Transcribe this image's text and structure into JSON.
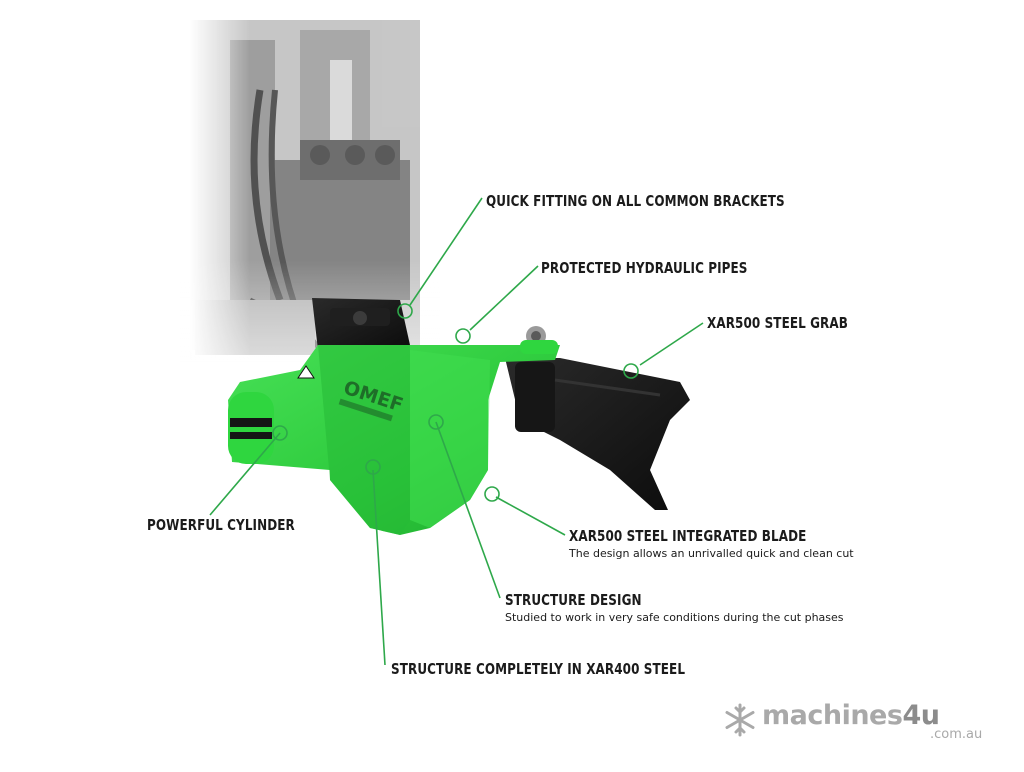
{
  "callouts": {
    "quick_fitting": "QUICK FITTING ON ALL COMMON BRACKETS",
    "hydraulic_pipes": "PROTECTED HYDRAULIC PIPES",
    "steel_grab": "XAR500 STEEL GRAB",
    "cylinder": "POWERFUL CYLINDER",
    "blade_title": "XAR500 STEEL INTEGRATED BLADE",
    "blade_desc": "The design allows an unrivalled  quick and clean cut",
    "structure_title": "STRUCTURE DESIGN",
    "structure_desc": "Studied to work in very safe conditions during the cut phases",
    "steel_structure": "STRUCTURE COMPLETELY IN XAR400 STEEL"
  },
  "product_mark": {
    "brand_text": "OMEF"
  },
  "watermark": {
    "main": "machines",
    "four": "4u",
    "domain": ".com.au"
  },
  "colors": {
    "product_green": "#2fd63f",
    "callout_line": "#2ea84a",
    "text": "#1b1b1b",
    "watermark": "#a9a9a9"
  }
}
